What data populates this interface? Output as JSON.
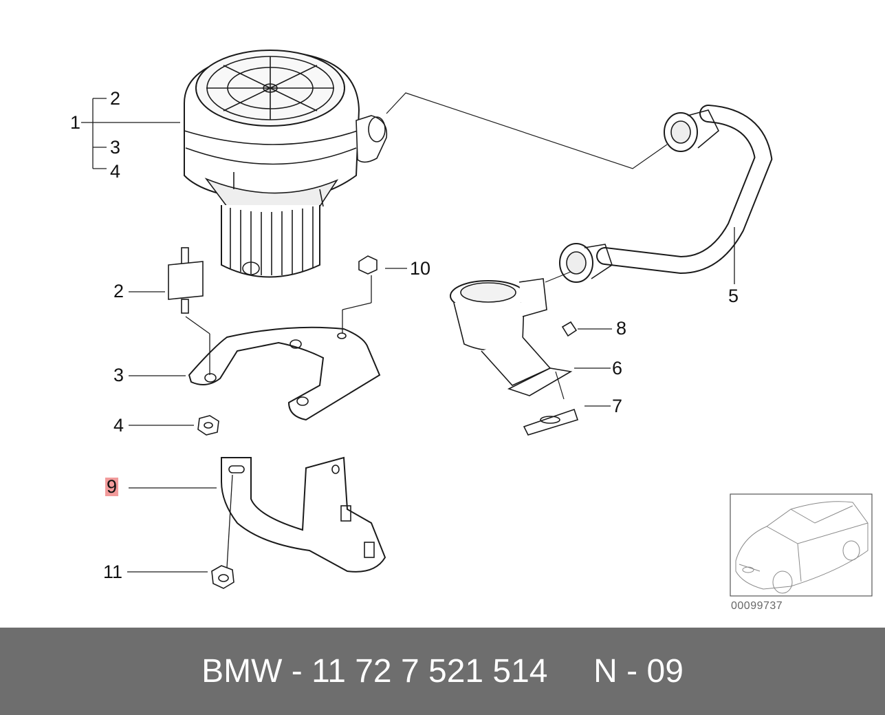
{
  "diagram": {
    "callouts": {
      "c1": "1",
      "c2a": "2",
      "c3a": "3",
      "c4a": "4",
      "c2b": "2",
      "c3b": "3",
      "c4b": "4",
      "c5": "5",
      "c6": "6",
      "c7": "7",
      "c8": "8",
      "c9": "9",
      "c10": "10",
      "c11": "11"
    },
    "highlight_color": "#f29b9b",
    "thumbnail_code": "00099737"
  },
  "footer": {
    "text": "BMW - 11 72 7 521 514     N - 09",
    "background": "#6e6e6e"
  }
}
